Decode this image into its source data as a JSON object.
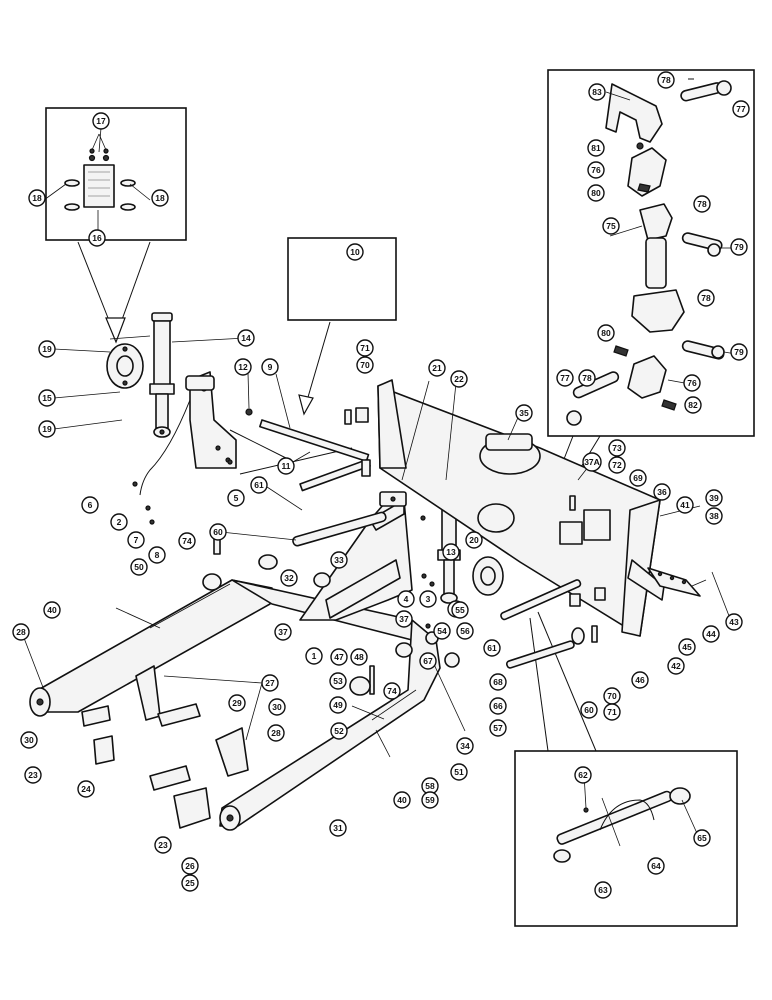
{
  "diagram": {
    "type": "exploded-parts-view",
    "callouts": [
      "1",
      "2",
      "3",
      "4",
      "5",
      "6",
      "7",
      "8",
      "9",
      "10",
      "11",
      "12",
      "13",
      "14",
      "15",
      "16",
      "17",
      "18",
      "19",
      "20",
      "21",
      "22",
      "23",
      "24",
      "25",
      "26",
      "27",
      "28",
      "29",
      "30",
      "31",
      "32",
      "33",
      "34",
      "35",
      "36",
      "37",
      "37A",
      "38",
      "39",
      "40",
      "41",
      "42",
      "43",
      "44",
      "45",
      "46",
      "47",
      "48",
      "49",
      "50",
      "51",
      "52",
      "53",
      "54",
      "55",
      "56",
      "57",
      "58",
      "59",
      "60",
      "61",
      "62",
      "63",
      "64",
      "65",
      "66",
      "67",
      "68",
      "69",
      "70",
      "71",
      "72",
      "73",
      "74",
      "75",
      "76",
      "77",
      "78",
      "79",
      "80",
      "81",
      "82",
      "83"
    ]
  }
}
